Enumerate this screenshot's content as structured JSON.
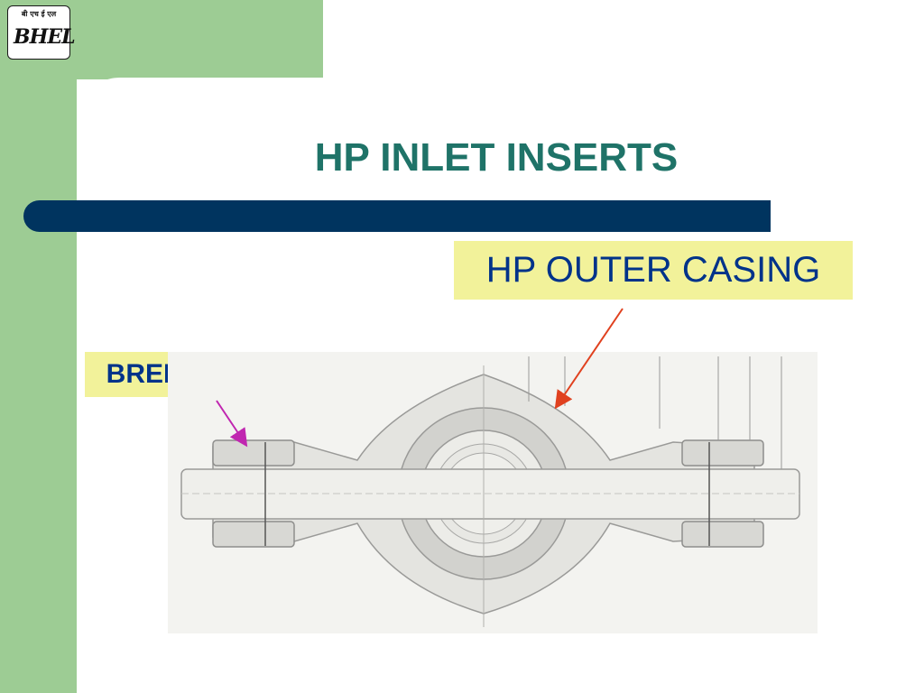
{
  "slide": {
    "title": "HP INLET INSERTS",
    "logo": {
      "hindi_text": "बी एच ई एल",
      "main_text": "BHEL"
    },
    "labels": {
      "outer_casing": "HP OUTER CASING",
      "breech_nut": "BREECH NUT"
    }
  },
  "colors": {
    "green_strip": "#9dcc94",
    "title": "#1f7368",
    "title_bar": "#00345f",
    "label_background": "#f2f29a",
    "label_text": "#00338a",
    "arrow_outer_casing": "#e0411f",
    "arrow_breech_nut": "#c026b0"
  },
  "icons": {
    "logo": "bhel-logo-icon"
  }
}
